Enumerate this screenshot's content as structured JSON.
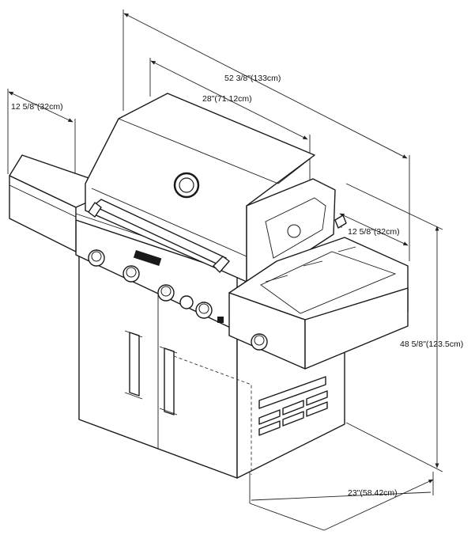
{
  "diagram": {
    "dimensions": {
      "overall_width": "52 3/8\"(133cm)",
      "hood_width": "28\"(71.12cm)",
      "left_shelf_depth": "12 5/8\"(32cm)",
      "right_shelf_depth": "12 5/8\"(32cm)",
      "height": "48 5/8\"(123.5cm)",
      "depth": "23\"(58.42cm)"
    }
  }
}
